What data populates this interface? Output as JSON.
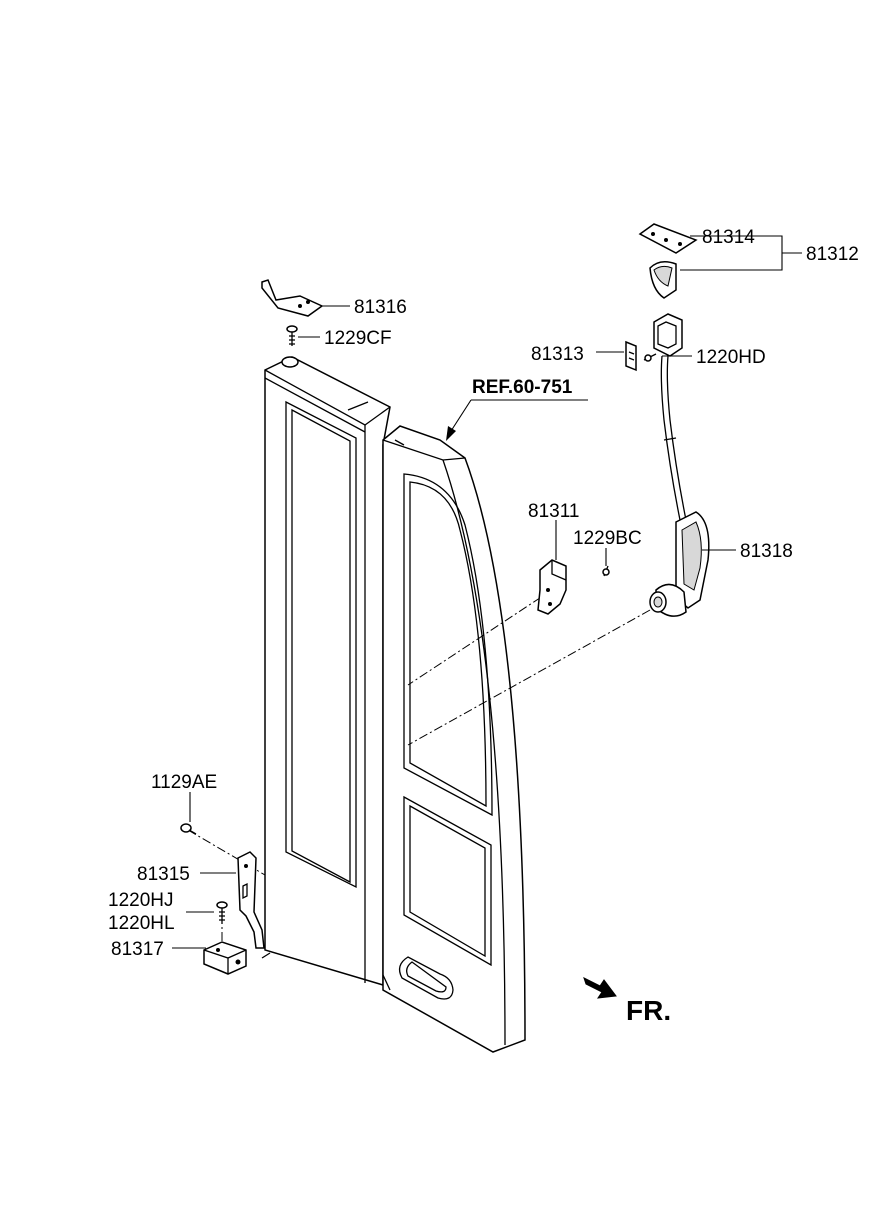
{
  "diagram": {
    "ref_label": "REF.60-751",
    "direction_label": "FR.",
    "parts": [
      {
        "id": "81314",
        "label": "81314"
      },
      {
        "id": "81312",
        "label": "81312"
      },
      {
        "id": "81316",
        "label": "81316"
      },
      {
        "id": "1229CF",
        "label": "1229CF"
      },
      {
        "id": "81313",
        "label": "81313"
      },
      {
        "id": "1220HD",
        "label": "1220HD"
      },
      {
        "id": "81311",
        "label": "81311"
      },
      {
        "id": "1229BC",
        "label": "1229BC"
      },
      {
        "id": "81318",
        "label": "81318"
      },
      {
        "id": "1129AE",
        "label": "1129AE"
      },
      {
        "id": "81315",
        "label": "81315"
      },
      {
        "id": "1220HJ",
        "label": "1220HJ"
      },
      {
        "id": "1220HL",
        "label": "1220HL"
      },
      {
        "id": "81317",
        "label": "81317"
      }
    ]
  }
}
